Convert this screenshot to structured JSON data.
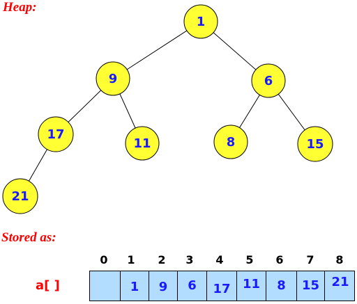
{
  "headings": {
    "heap": "Heap:",
    "stored": "Stored as:"
  },
  "colors": {
    "heading": "#ff0000",
    "node_fill": "#ffff33",
    "node_text": "#1a1aff",
    "array_fill": "#b3ddff",
    "edge": "#000000"
  },
  "heap": {
    "nodes": [
      {
        "id": "n1",
        "label": "1"
      },
      {
        "id": "n9",
        "label": "9"
      },
      {
        "id": "n6",
        "label": "6"
      },
      {
        "id": "n17",
        "label": "17"
      },
      {
        "id": "n11",
        "label": "11"
      },
      {
        "id": "n8",
        "label": "8"
      },
      {
        "id": "n15",
        "label": "15"
      },
      {
        "id": "n21",
        "label": "21"
      }
    ],
    "edges": [
      [
        "n1",
        "n9"
      ],
      [
        "n1",
        "n6"
      ],
      [
        "n9",
        "n17"
      ],
      [
        "n9",
        "n11"
      ],
      [
        "n6",
        "n8"
      ],
      [
        "n6",
        "n15"
      ],
      [
        "n17",
        "n21"
      ]
    ]
  },
  "array": {
    "label": "a[ ]",
    "indices": [
      "0",
      "1",
      "2",
      "3",
      "4",
      "5",
      "6",
      "7",
      "8"
    ],
    "values": [
      "",
      "1",
      "9",
      "6",
      "17",
      "11",
      "8",
      "15",
      "21"
    ]
  }
}
